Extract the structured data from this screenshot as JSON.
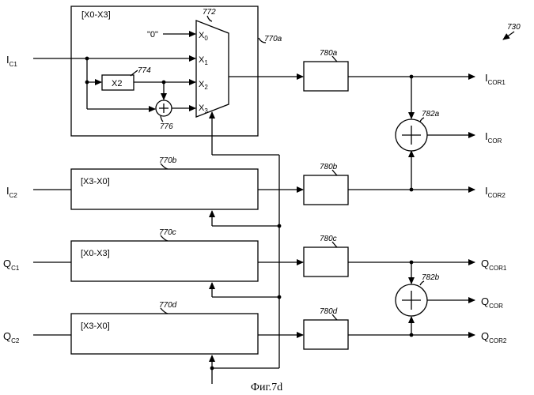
{
  "figure_ref": "730",
  "caption": "Фиг.7d",
  "block_a": {
    "ref": "770a",
    "label": "[X0-X3]",
    "mux_ref": "772",
    "mux_inputs": [
      "X0",
      "X1",
      "X2",
      "X3"
    ],
    "zero_input": "\"0\"",
    "doubler_label": "X2",
    "doubler_ref": "774",
    "adder_ref": "776"
  },
  "block_b": {
    "ref": "770b",
    "label": "[X3-X0]"
  },
  "block_c": {
    "ref": "770c",
    "label": "[X0-X3]"
  },
  "block_d": {
    "ref": "770d",
    "label": "[X3-X0]"
  },
  "filters": [
    "780a",
    "780b",
    "780c",
    "780d"
  ],
  "summers": [
    "782a",
    "782b"
  ],
  "inputs": [
    {
      "main": "I",
      "sub": "C1"
    },
    {
      "main": "I",
      "sub": "C2"
    },
    {
      "main": "Q",
      "sub": "C1"
    },
    {
      "main": "Q",
      "sub": "C2"
    }
  ],
  "outputs": [
    {
      "main": "I",
      "sub": "COR1"
    },
    {
      "main": "I",
      "sub": "COR"
    },
    {
      "main": "I",
      "sub": "COR2"
    },
    {
      "main": "Q",
      "sub": "COR1"
    },
    {
      "main": "Q",
      "sub": "COR"
    },
    {
      "main": "Q",
      "sub": "COR2"
    }
  ]
}
